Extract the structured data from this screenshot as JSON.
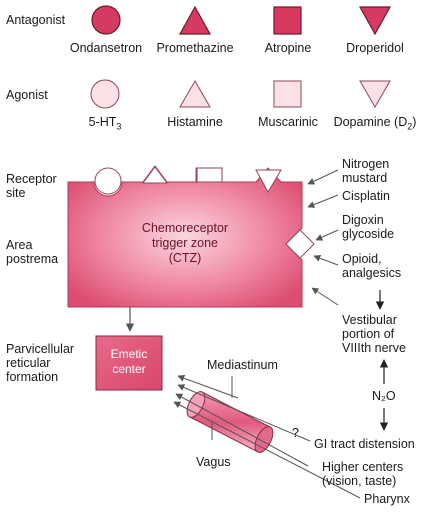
{
  "legend": {
    "antagonist_label": "Antagonist",
    "agonist_label": "Agonist",
    "antagonists": [
      {
        "label": "Ondansetron",
        "shape": "circle"
      },
      {
        "label": "Promethazine",
        "shape": "triangle-up"
      },
      {
        "label": "Atropine",
        "shape": "square"
      },
      {
        "label": "Droperidol",
        "shape": "triangle-down"
      }
    ],
    "agonists": [
      {
        "label": "5-HT",
        "sub": "3",
        "shape": "circle"
      },
      {
        "label": "Histamine",
        "shape": "triangle-up"
      },
      {
        "label": "Muscarinic",
        "shape": "square"
      },
      {
        "label": "Dopamine (D",
        "sub": "2",
        "suffix": ")",
        "shape": "triangle-down"
      }
    ]
  },
  "left_labels": {
    "receptor_site": [
      "Receptor",
      "site"
    ],
    "area_postrema": [
      "Area",
      "postrema"
    ],
    "parvicellular": [
      "Parvicellular",
      "reticular",
      "formation"
    ]
  },
  "ctz": [
    "Chemoreceptor",
    "trigger zone",
    "(CTZ)"
  ],
  "emetic_center": [
    "Emetic",
    "center"
  ],
  "stimuli": {
    "nitrogen_mustard": [
      "Nitrogen",
      "mustard"
    ],
    "cisplatin": "Cisplatin",
    "digoxin": [
      "Digoxin",
      "glycoside"
    ],
    "opioid": [
      "Opioid,",
      "analgesics"
    ],
    "vestibular": [
      "Vestibular",
      "portion of",
      "VIIIth nerve"
    ],
    "n2o": "N₂O"
  },
  "nerve": {
    "mediastinum": "Mediastinum",
    "vagus": "Vagus",
    "question": "?",
    "gi_tract": "GI tract distension",
    "higher_centers": [
      "Higher centers",
      "(vision, taste)"
    ],
    "pharynx": "Pharynx"
  },
  "colors": {
    "antagonist_fill": "#d63a61",
    "agonist_fill": "#fbe0e6",
    "ctz_edge": "#d9466c",
    "ctz_center": "#fbd3dd",
    "emetic_fill": "#e0587a",
    "outline": "#6a1a2c",
    "arrow": "#555555"
  }
}
